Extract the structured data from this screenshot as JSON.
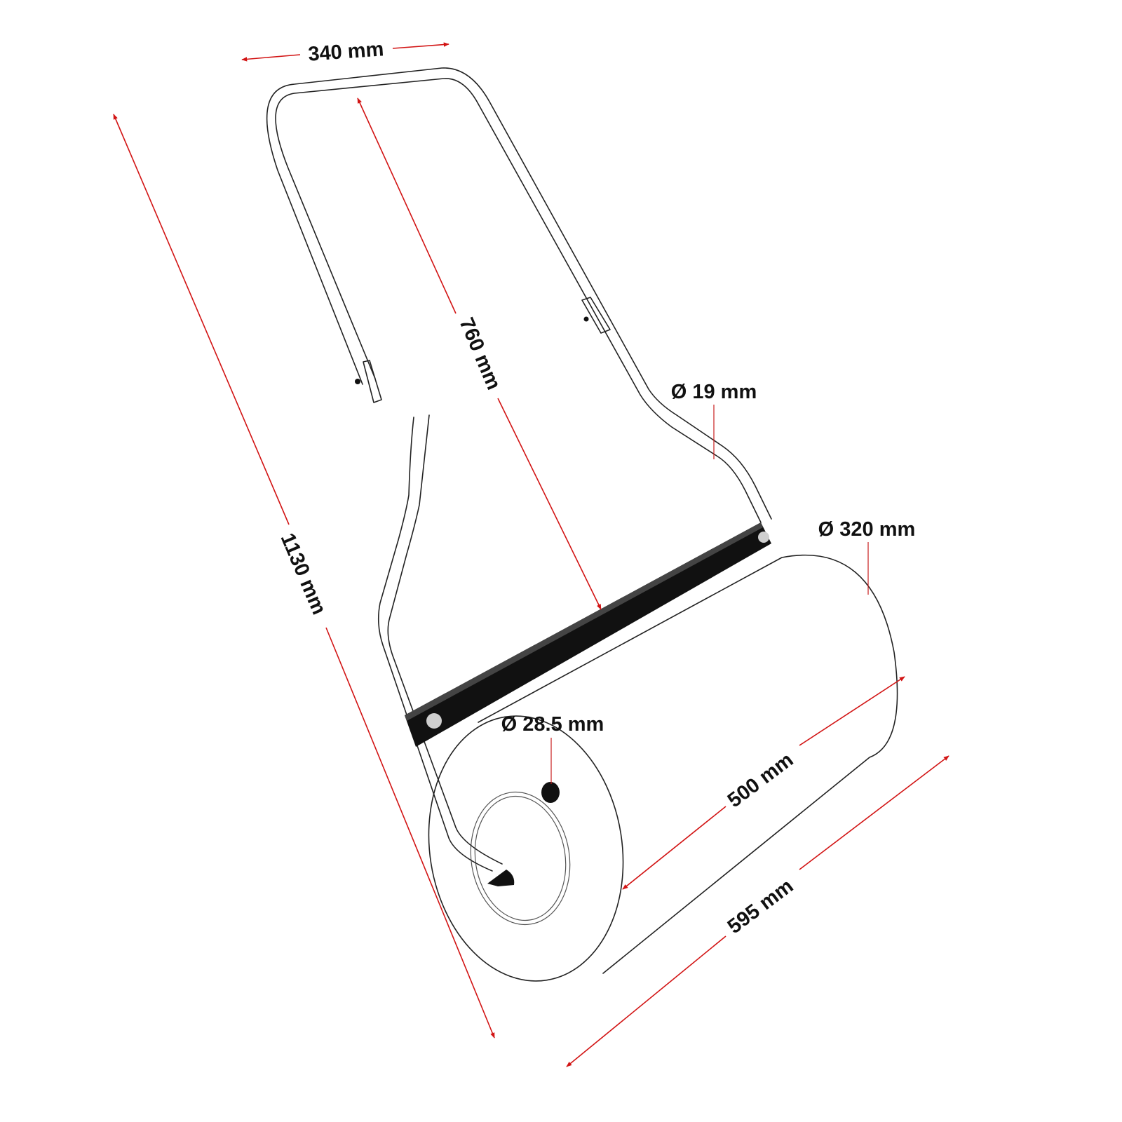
{
  "colors": {
    "dimension_line": "#d21414",
    "outline": "#222222",
    "crossbar": "#111111",
    "background": "#ffffff"
  },
  "dimensions": {
    "handle_width": "340 mm",
    "overall_length": "1130 mm",
    "handle_length": "760 mm",
    "tube_diameter": "Ø 19 mm",
    "drum_diameter": "Ø 320 mm",
    "fill_hole_diameter": "Ø 28.5 mm",
    "drum_width": "500 mm",
    "overall_width": "595 mm"
  }
}
